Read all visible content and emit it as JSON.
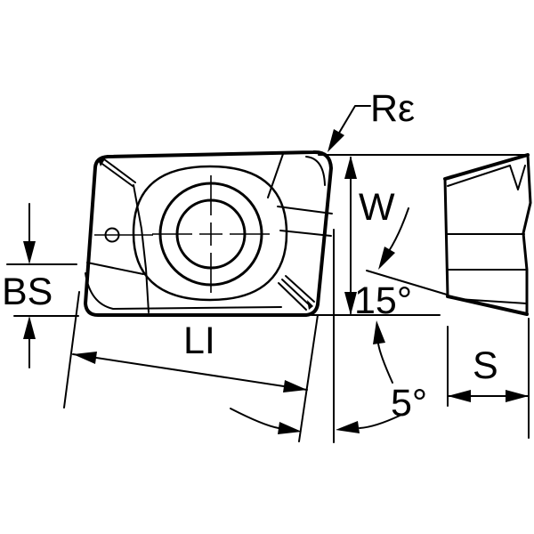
{
  "figure": {
    "type": "technical-drawing",
    "subject": "indexable milling insert - front view and side view",
    "background_color": "#ffffff",
    "line_color": "#000000",
    "labels": {
      "corner_radius": "Rε",
      "width": "W",
      "wiper_facet": "BS",
      "cutting_edge_length": "LI",
      "thickness": "S",
      "bottom_edge_angle": "15°",
      "side_clearance_angle": "5°"
    },
    "views": {
      "front_view": "top view of insert with central mounting hole, chip-breaker contour, corner wiper facets and side dimple",
      "side_view": "side profile of insert showing thickness S"
    }
  }
}
